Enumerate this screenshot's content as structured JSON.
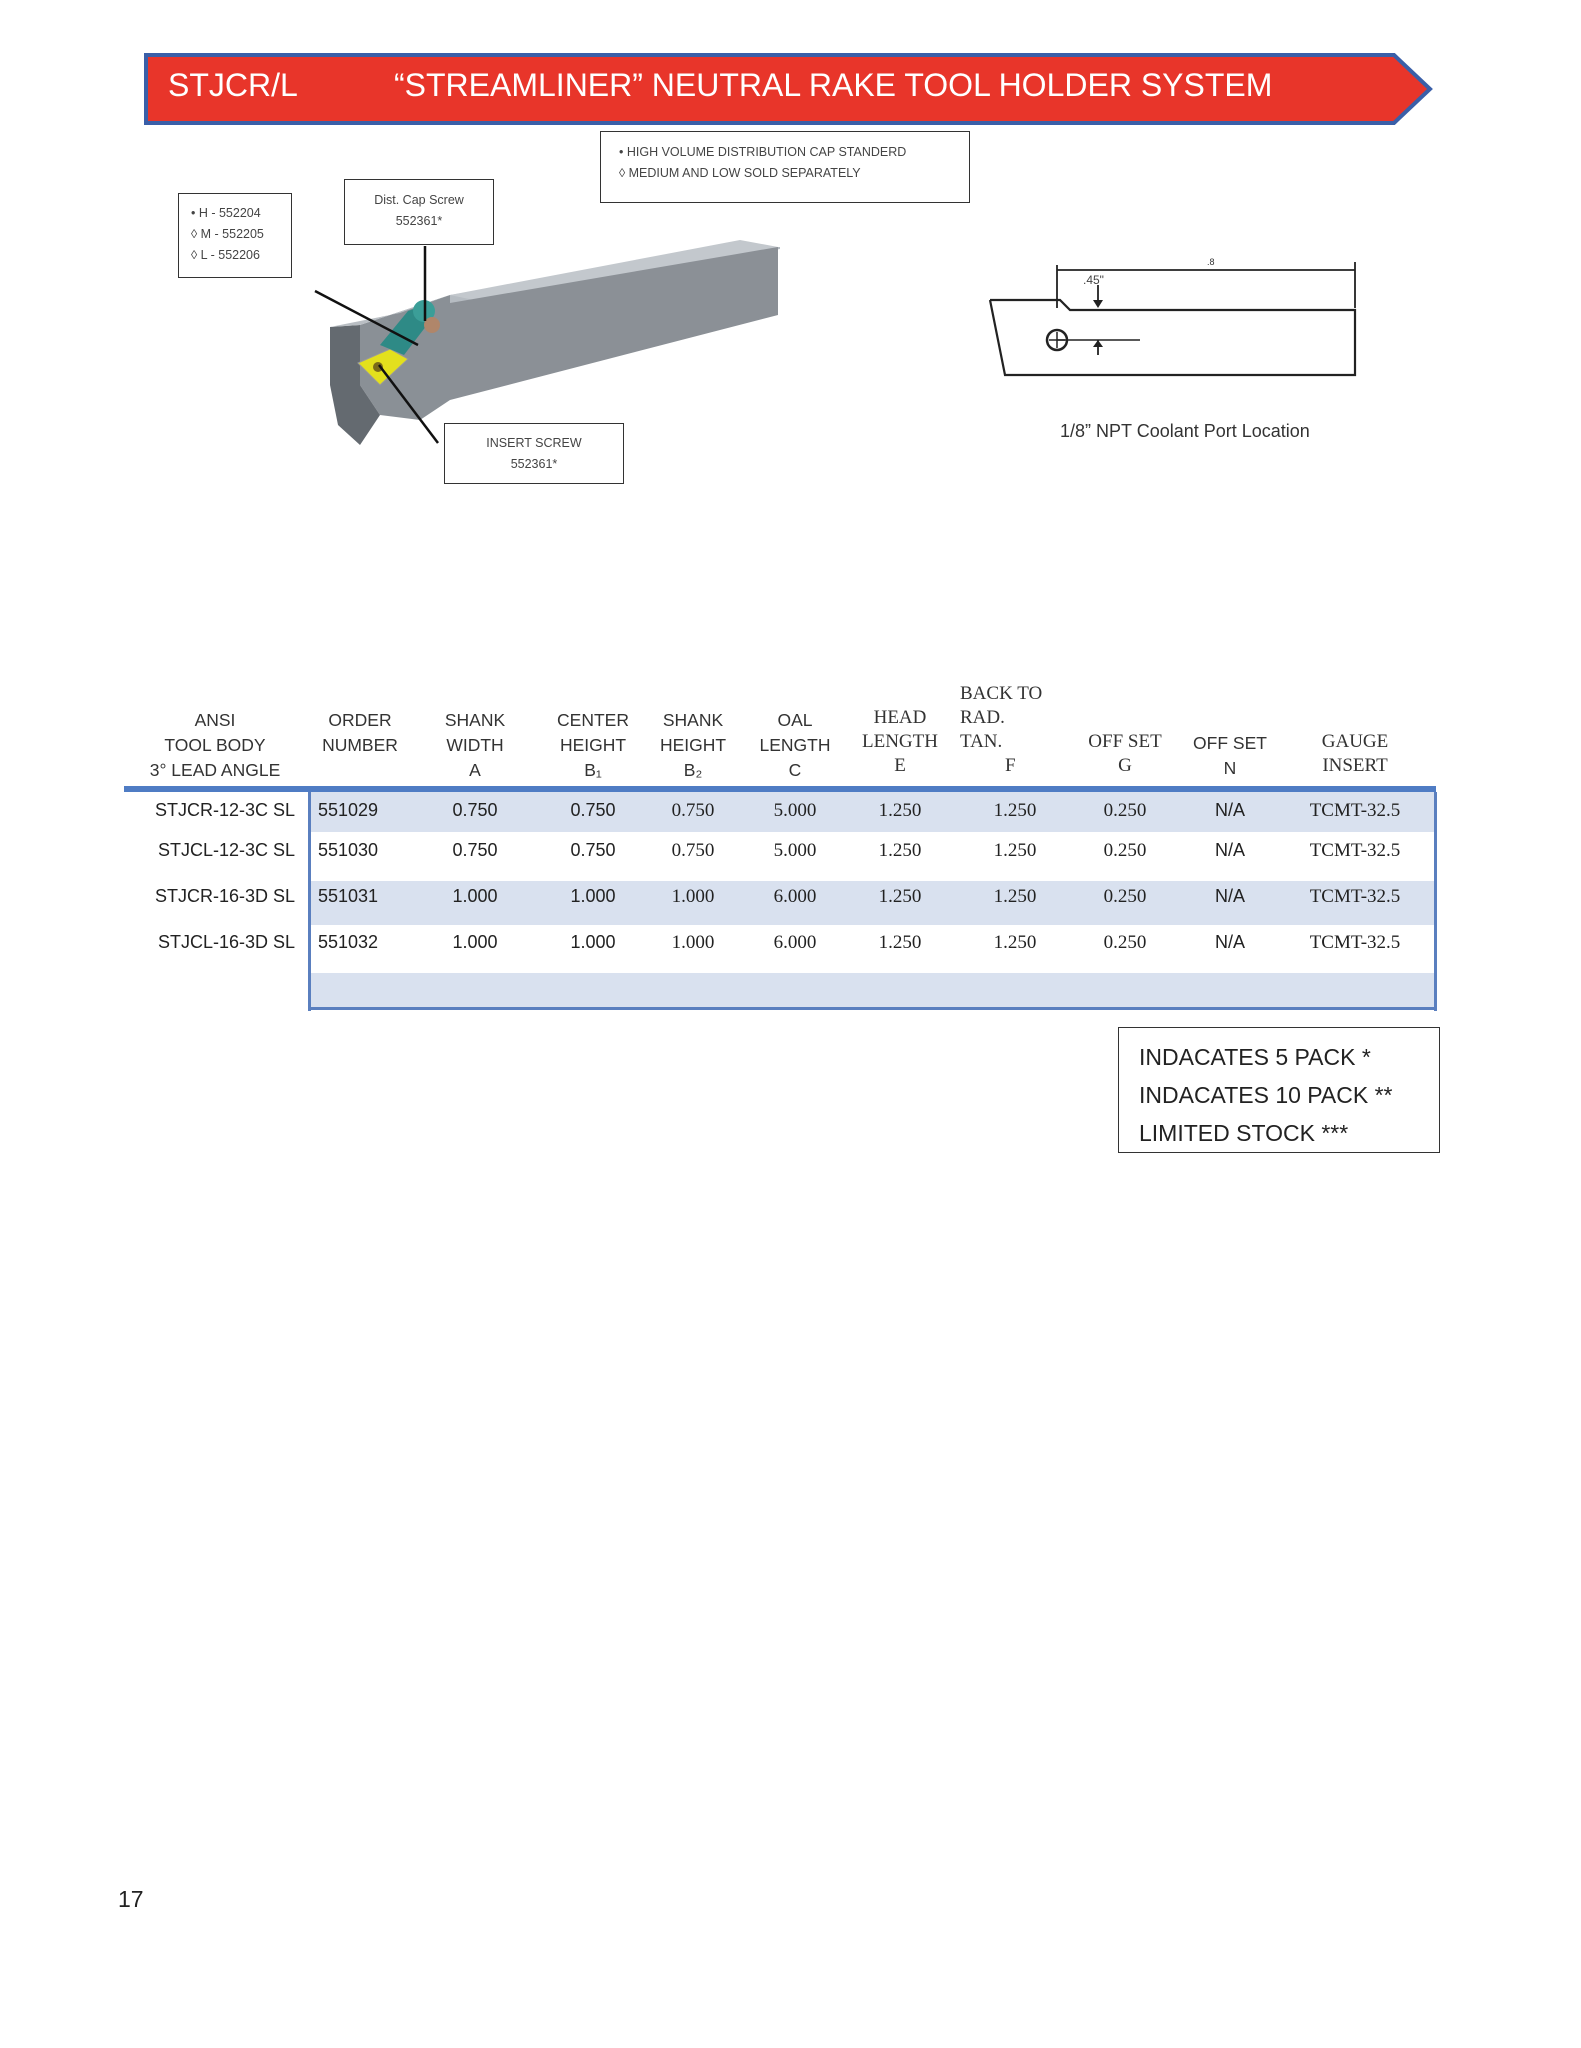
{
  "header": {
    "code": "STJCR/L",
    "title": "“STREAMLINER” NEUTRAL RAKE TOOL HOLDER SYSTEM",
    "banner_color": "#e8352a",
    "border_color": "#3a5fa8"
  },
  "callouts": {
    "cap_note": [
      "• HIGH VOLUME DISTRIBUTION CAP STANDERD",
      "◊ MEDIUM AND LOW SOLD SEPARATELY"
    ],
    "cap_parts": [
      "• H - 552204",
      "◊ M - 552205",
      "◊ L -  552206"
    ],
    "dist_cap_screw": [
      "Dist. Cap Screw",
      "552361*"
    ],
    "insert_screw": [
      "INSERT SCREW",
      "552361*"
    ]
  },
  "diagram": {
    "dim_top": ".8",
    "dim_offset": ".45\"",
    "caption": "1/8” NPT Coolant Port Location"
  },
  "table": {
    "headers": [
      [
        "ANSI",
        "TOOL BODY",
        "3° LEAD ANGLE"
      ],
      [
        "ORDER",
        "NUMBER"
      ],
      [
        "SHANK",
        "WIDTH",
        "A"
      ],
      [
        "CENTER",
        "HEIGHT",
        "B₁"
      ],
      [
        "SHANK",
        "HEIGHT",
        "B₂"
      ],
      [
        "OAL",
        "LENGTH",
        "C"
      ],
      [
        "HEAD",
        "LENGTH",
        "E"
      ],
      [
        "BACK TO",
        "RAD.",
        "TAN.",
        "F"
      ],
      [
        "OFF SET",
        "G"
      ],
      [
        "OFF SET",
        "N"
      ],
      [
        "GAUGE",
        "INSERT"
      ]
    ],
    "rows": [
      [
        "STJCR-12-3C SL",
        "551029",
        "0.750",
        "0.750",
        "0.750",
        "5.000",
        "1.250",
        "1.250",
        "0.250",
        "N/A",
        "TCMT-32.5"
      ],
      [
        "STJCL-12-3C SL",
        "551030",
        "0.750",
        "0.750",
        "0.750",
        "5.000",
        "1.250",
        "1.250",
        "0.250",
        "N/A",
        "TCMT-32.5"
      ],
      [
        "STJCR-16-3D SL",
        "551031",
        "1.000",
        "1.000",
        "1.000",
        "6.000",
        "1.250",
        "1.250",
        "0.250",
        "N/A",
        "TCMT-32.5"
      ],
      [
        "STJCL-16-3D SL",
        "551032",
        "1.000",
        "1.000",
        "1.000",
        "6.000",
        "1.250",
        "1.250",
        "0.250",
        "N/A",
        "TCMT-32.5"
      ]
    ]
  },
  "legend": [
    "INDACATES 5 PACK *",
    "INDACATES 10 PACK **",
    "LIMITED STOCK ***"
  ],
  "page_number": "17"
}
